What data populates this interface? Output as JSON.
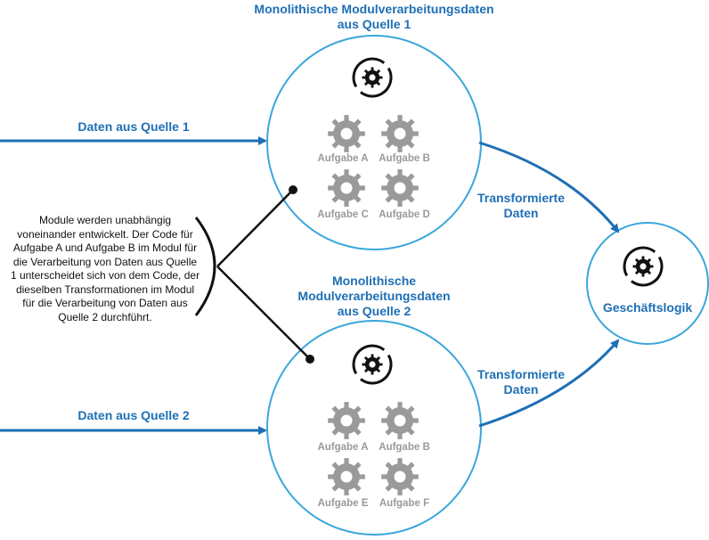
{
  "colors": {
    "accent": "#1e6fb5",
    "circle_stroke": "#3aa6dc",
    "gear_gray": "#9a9a9a",
    "text": "#111111"
  },
  "labels": {
    "module1_title_line1": "Monolithische Modulverarbeitungsdaten",
    "module1_title_line2": "aus Quelle 1",
    "module2_title_line1": "Monolithische",
    "module2_title_line2": "Modulverarbeitungsdaten",
    "module2_title_line3": "aus Quelle 2",
    "input1": "Daten aus Quelle 1",
    "input2": "Daten aus Quelle 2",
    "transform1_line1": "Transformierte",
    "transform1_line2": "Daten",
    "transform2_line1": "Transformierte",
    "transform2_line2": "Daten",
    "business_logic": "Geschäftslogik"
  },
  "note": [
    "Module werden unabhängig",
    "voneinander entwickelt. Der Code für",
    "Aufgabe A und Aufgabe B im Modul für",
    "die Verarbeitung von Daten aus Quelle",
    "1 unterscheidet sich von dem Code, der",
    "dieselben Transformationen im Modul",
    "für die Verarbeitung von Daten aus",
    "Quelle 2 durchführt."
  ],
  "module1_tasks": [
    "Aufgabe A",
    "Aufgabe B",
    "Aufgabe C",
    "Aufgabe D"
  ],
  "module2_tasks": [
    "Aufgabe A",
    "Aufgabe B",
    "Aufgabe E",
    "Aufgabe F"
  ],
  "icons": {
    "process": "process-cycle-gear-icon",
    "task": "gear-icon"
  }
}
